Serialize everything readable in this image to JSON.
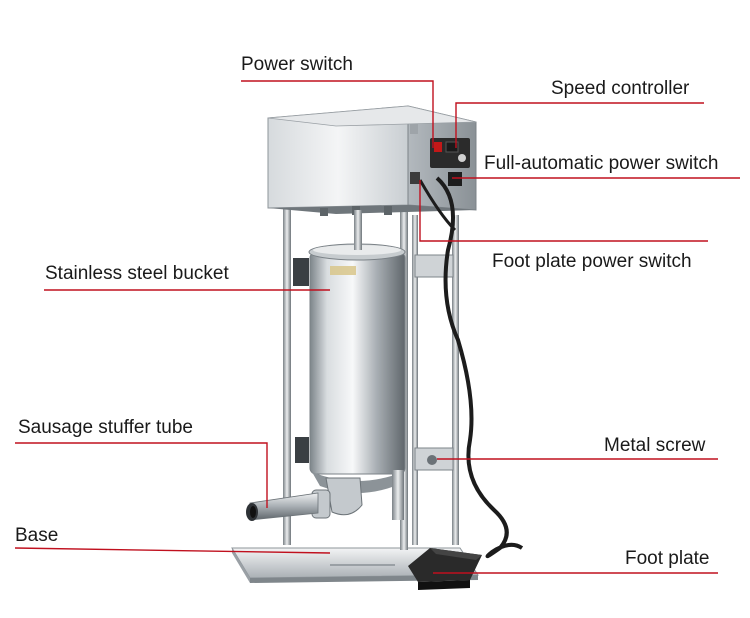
{
  "colors": {
    "leader_line": "#c0101e",
    "steel_light": "#eef0f2",
    "steel_mid": "#b9bec3",
    "steel_dark": "#6c7378",
    "cable": "#1c1c1c",
    "pedal": "#2a2a2a"
  },
  "labels": {
    "power_switch": "Power switch",
    "speed_controller": "Speed controller",
    "full_automatic_power_switch": "Full-automatic power switch",
    "foot_plate_power_switch": "Foot plate power switch",
    "stainless_steel_bucket": "Stainless steel bucket",
    "sausage_stuffer_tube": "Sausage stuffer tube",
    "metal_screw": "Metal screw",
    "base": "Base",
    "foot_plate": "Foot plate"
  }
}
